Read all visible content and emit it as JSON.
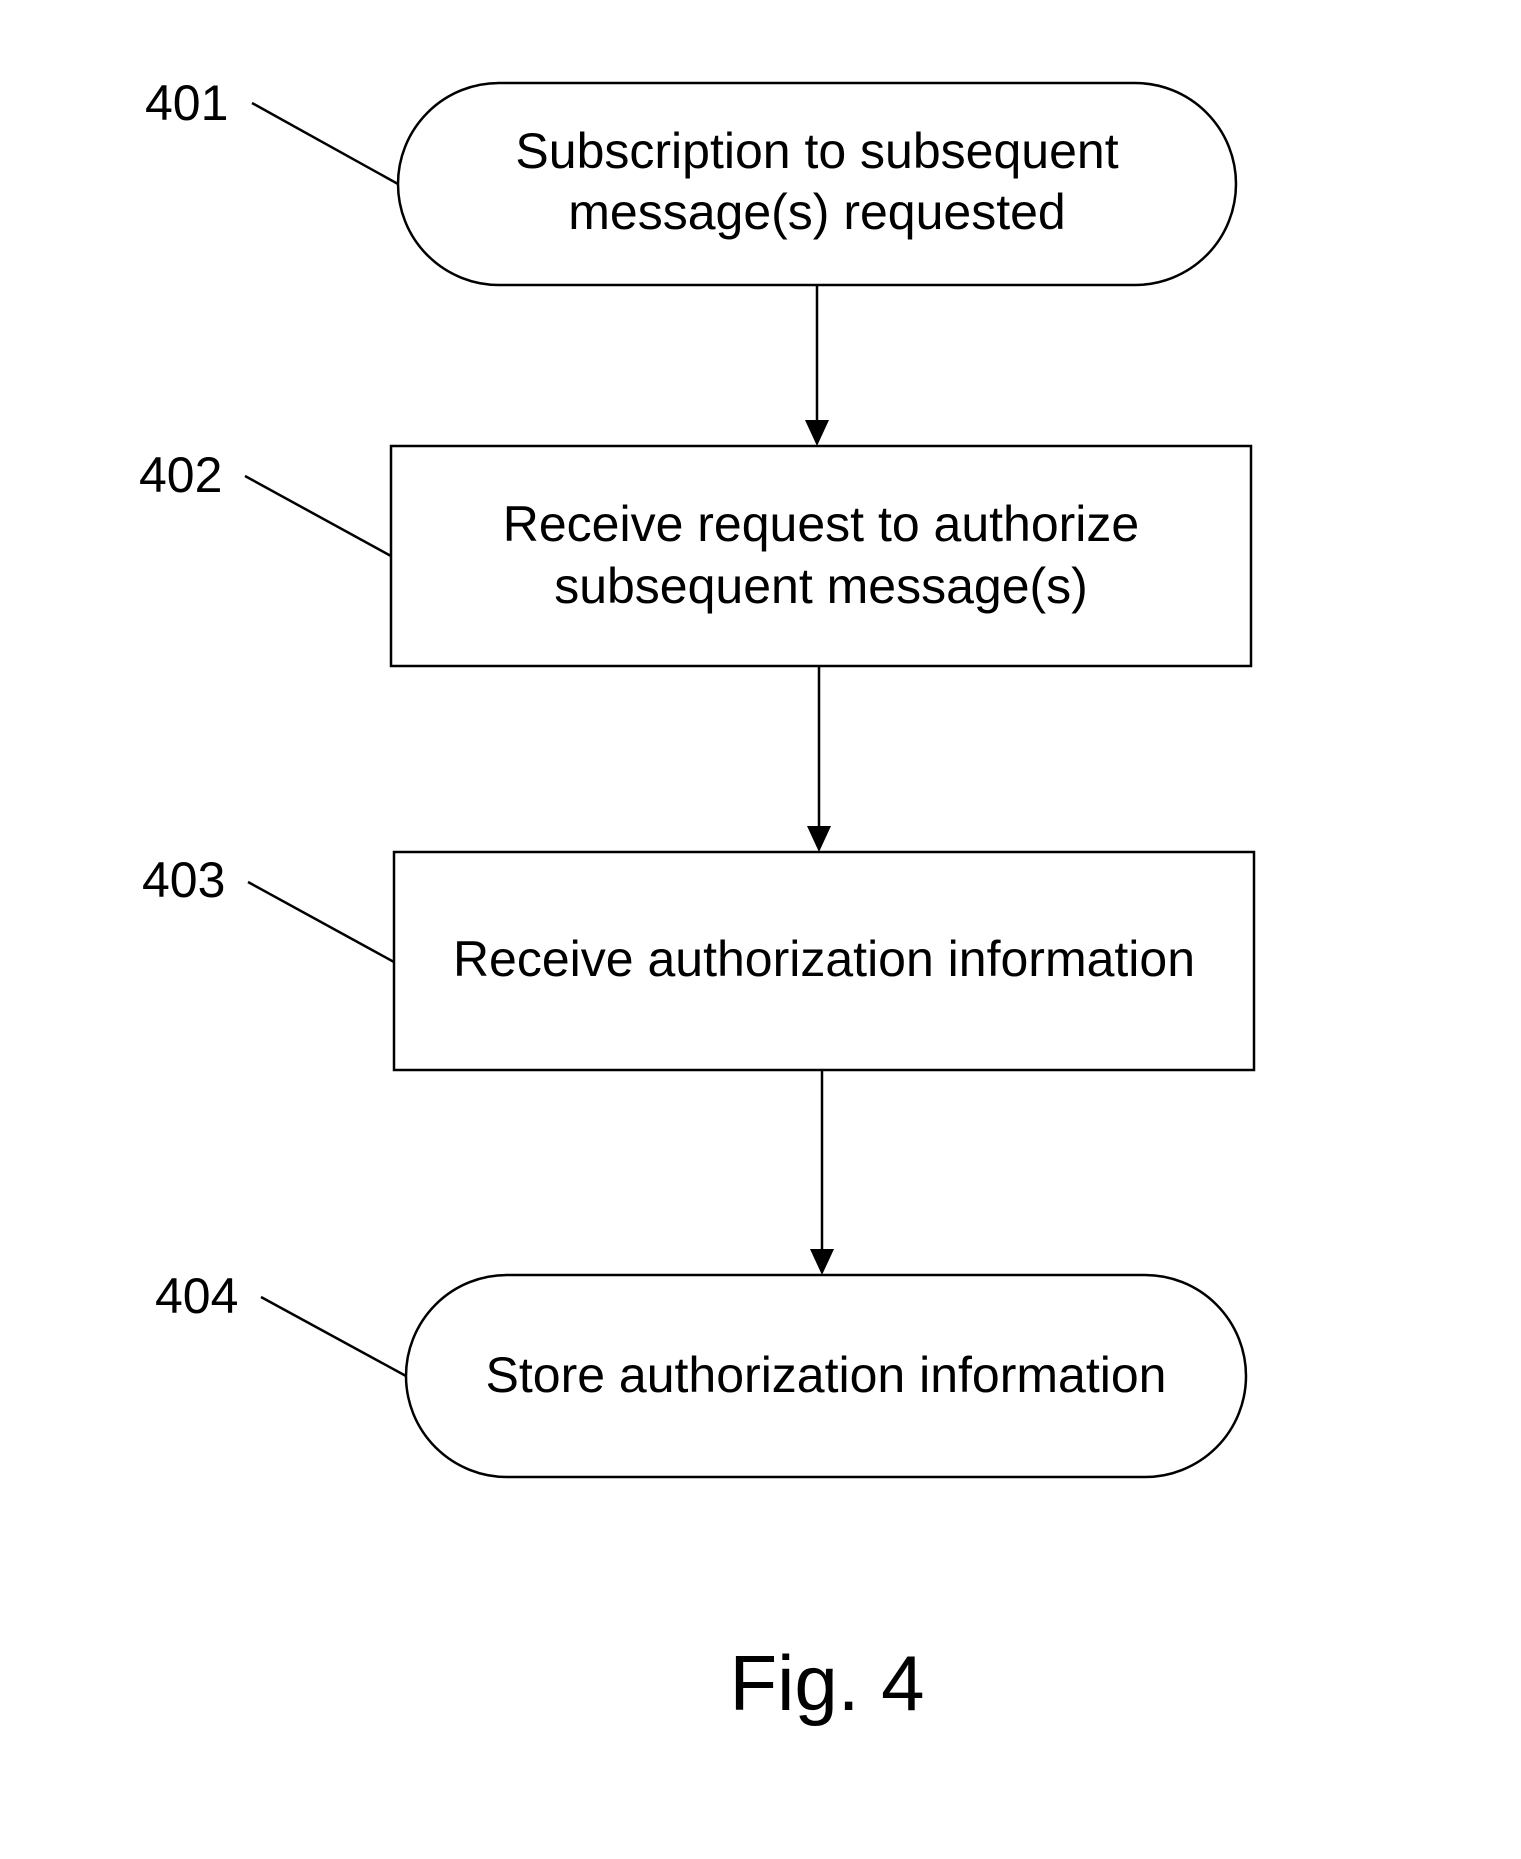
{
  "diagram": {
    "nodes": [
      {
        "id": "401",
        "ref": "401",
        "shape": "terminator",
        "lines": [
          "Subscription to subsequent",
          "message(s) requested"
        ]
      },
      {
        "id": "402",
        "ref": "402",
        "shape": "process",
        "lines": [
          "Receive request to authorize",
          "subsequent message(s)"
        ]
      },
      {
        "id": "403",
        "ref": "403",
        "shape": "process",
        "lines": [
          "Receive authorization information"
        ]
      },
      {
        "id": "404",
        "ref": "404",
        "shape": "terminator",
        "lines": [
          "Store authorization information"
        ]
      }
    ],
    "edges": [
      {
        "from": "401",
        "to": "402"
      },
      {
        "from": "402",
        "to": "403"
      },
      {
        "from": "403",
        "to": "404"
      }
    ],
    "caption": "Fig. 4"
  }
}
